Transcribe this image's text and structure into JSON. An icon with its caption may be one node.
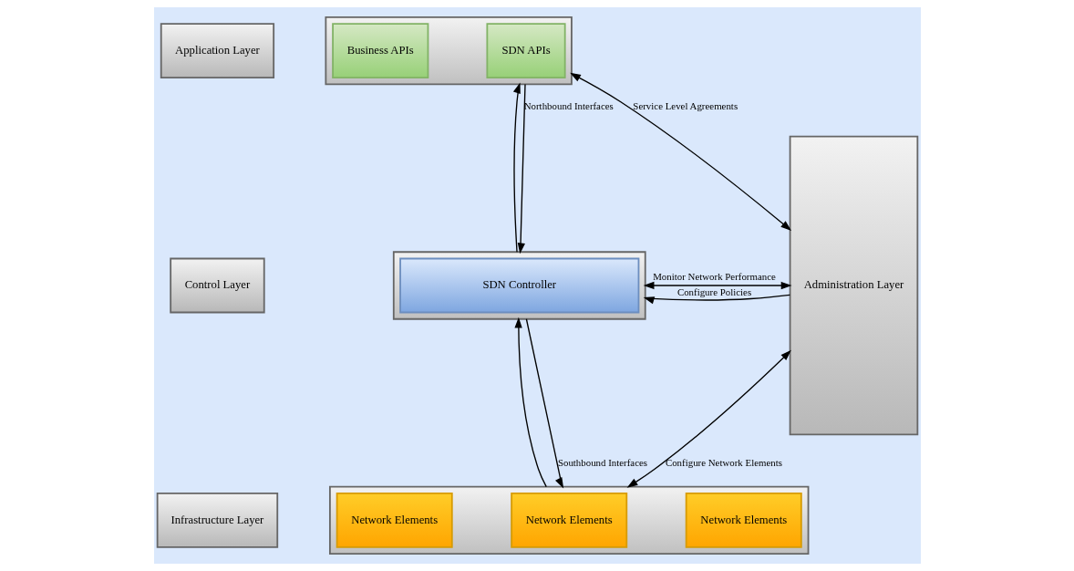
{
  "diagram": {
    "nodes": [
      {
        "text": [
          "Application Layer"
        ]
      },
      {
        "text": [],
        "shape": "box"
      },
      {
        "text": [
          "Business APIs"
        ],
        "in": 1
      },
      {
        "text": [
          "SDN APIs"
        ],
        "in": 1
      },
      {
        "text": [
          "Control Layer"
        ]
      },
      {
        "text": [],
        "shape": "box"
      },
      {
        "text": [
          "SDN Controller"
        ],
        "in": 5
      },
      {
        "text": [
          "Infrastructure Layer"
        ]
      },
      {
        "text": [],
        "shape": "box"
      },
      {
        "text": [
          "Network Elements"
        ],
        "in": 8
      },
      {
        "text": [
          "Network Elements"
        ],
        "in": 8
      },
      {
        "text": [
          "Network Elements"
        ],
        "in": 8
      },
      {
        "text": [
          "Administration Layer"
        ]
      }
    ],
    "edges": [
      {
        "from": 5,
        "to": 1,
        "arrow": "to"
      },
      {
        "from": 1,
        "to": 5,
        "arrow": "to",
        "label": "Northbound Interfaces"
      },
      {
        "from": 8,
        "to": 5,
        "arrow": "to"
      },
      {
        "from": 5,
        "to": 8,
        "arrow": "to",
        "label": "Southbound Interfaces"
      },
      {
        "from": 1,
        "to": 12,
        "arrow": "both",
        "label": "Service Level Agreements"
      },
      {
        "from": 12,
        "to": 5,
        "arrow": "to",
        "label": "Configure Policies"
      },
      {
        "from": 5,
        "to": 12,
        "arrow": "both",
        "label": "Monitor Network Performance"
      },
      {
        "from": 8,
        "to": 12,
        "arrow": "both",
        "label": "Configure Network Elements"
      }
    ]
  }
}
